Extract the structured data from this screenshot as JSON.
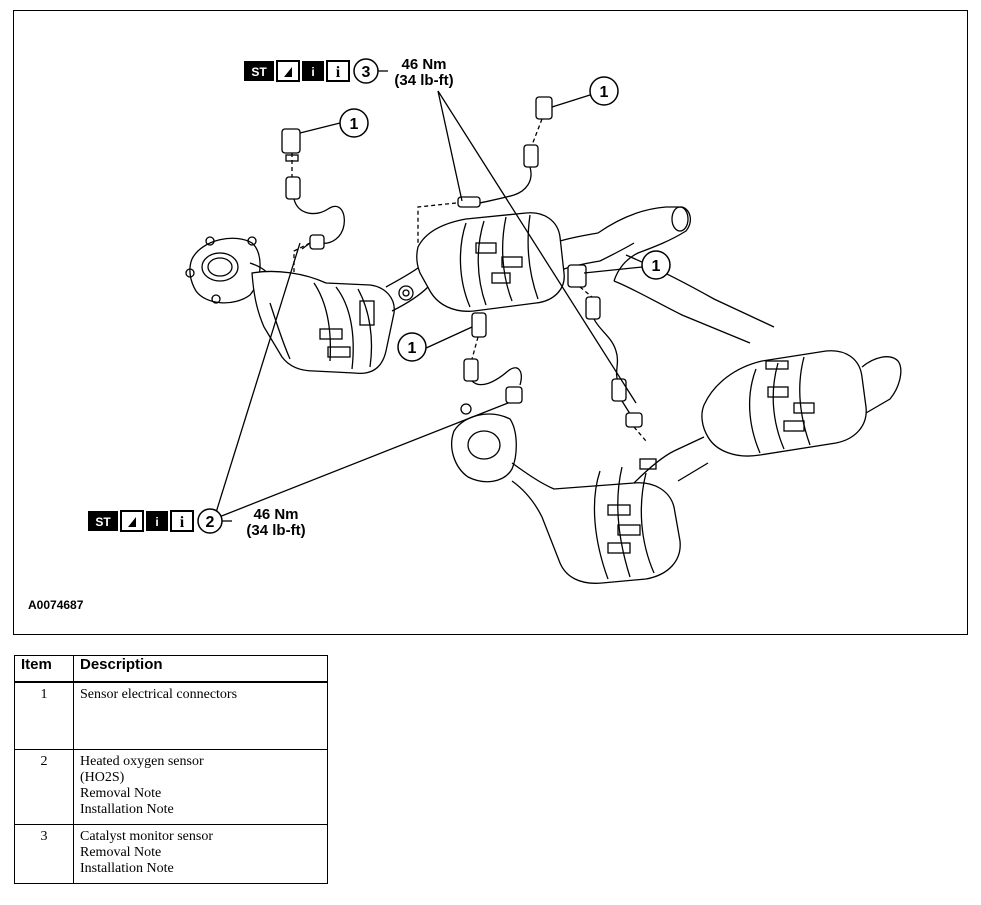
{
  "figure": {
    "id": "A0074687",
    "callouts": [
      "1",
      "1",
      "1",
      "1",
      "2",
      "3"
    ],
    "torque_top": {
      "item": "3",
      "nm": "46 Nm",
      "lbft": "(34 lb-ft)"
    },
    "torque_bottom": {
      "item": "2",
      "nm": "46 Nm",
      "lbft": "(34 lb-ft)"
    },
    "tool_icons": [
      "ST",
      "tool-icon",
      "info-icon",
      "info-icon"
    ],
    "tool_st_label": "ST",
    "tool_i_label": "i"
  },
  "table": {
    "headers": [
      "Item",
      "Description"
    ],
    "rows": [
      {
        "item": "1",
        "lines": [
          "Sensor electrical connectors"
        ]
      },
      {
        "item": "2",
        "lines": [
          "Heated oxygen sensor",
          "(HO2S)",
          "Removal Note",
          "Installation Note"
        ]
      },
      {
        "item": "3",
        "lines": [
          "Catalyst monitor sensor",
          "Removal Note",
          "Installation Note"
        ]
      }
    ]
  }
}
